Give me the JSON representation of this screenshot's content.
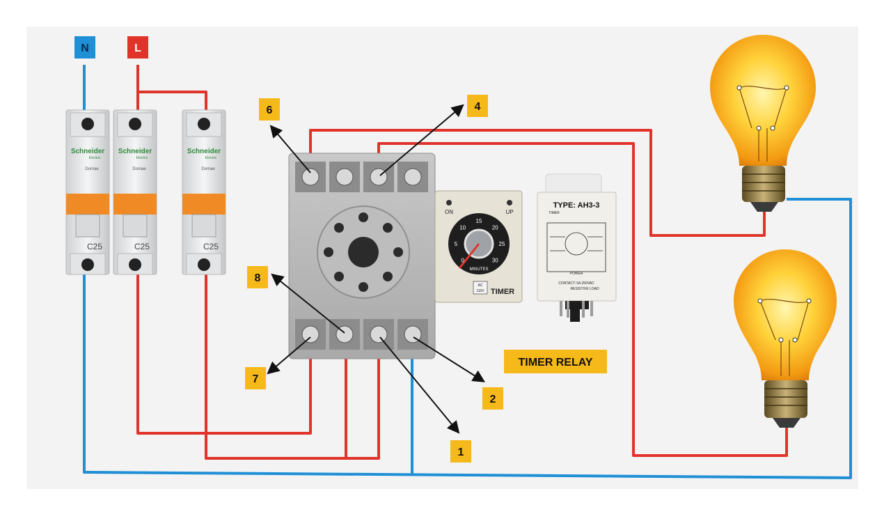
{
  "supply": {
    "neutral_label": "N",
    "line_label": "L",
    "neutral_color": "#1f8fd6",
    "line_color": "#e0342b"
  },
  "breakers": [
    {
      "brand": "Schneider",
      "sub": "Electric",
      "model": "Domae",
      "rating": "C25"
    },
    {
      "brand": "Schneider",
      "sub": "Electric",
      "model": "Domae",
      "rating": "C25"
    },
    {
      "brand": "Schneider",
      "sub": "Electric",
      "model": "Domae",
      "rating": "C25"
    }
  ],
  "terminals": {
    "t1": "1",
    "t2": "2",
    "t4": "4",
    "t6": "6",
    "t7": "7",
    "t8": "8"
  },
  "timer": {
    "on_label": "ON",
    "up_label": "UP",
    "dial_unit": "MINUTES",
    "dial_ticks": [
      "0",
      "5",
      "10",
      "15",
      "20",
      "25",
      "30"
    ],
    "voltage_top": "AC",
    "voltage_bottom": "110V",
    "name": "TIMER"
  },
  "relay_module": {
    "type_label": "TYPE: AH3-3",
    "sub_label": "TIMER",
    "power_label": "POWER",
    "contact_label": "CONTACT: 5A 250VAC",
    "load_label": "RESISTIVE LOAD"
  },
  "caption": "TIMER RELAY",
  "colors": {
    "tag_bg": "#f6b91a",
    "wire_red": "#e0342b",
    "wire_blue": "#1f8fd6",
    "breaker_orange": "#f08a24"
  },
  "icons": [
    "breaker-icon",
    "relay-socket-icon",
    "timer-dial-icon",
    "light-bulb-icon",
    "arrow-icon"
  ]
}
